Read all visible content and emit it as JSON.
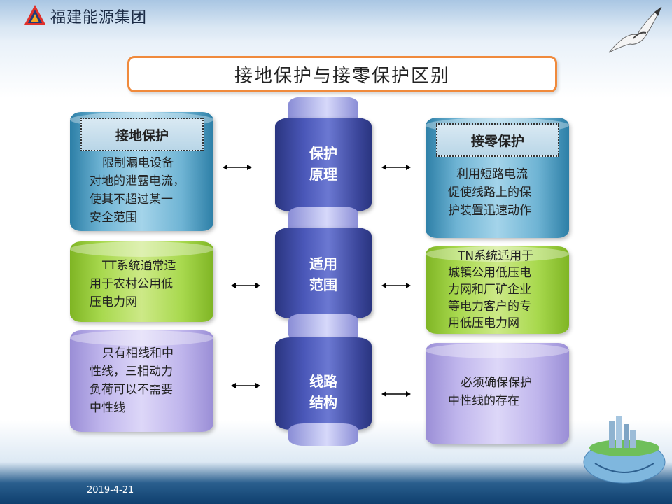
{
  "header": {
    "company": "福建能源集团"
  },
  "title": "接地保护与接零保护区别",
  "left": {
    "label": "接地保护",
    "box1": [
      "限制漏电设备",
      "对地的泄露电流，",
      "使其不超过某一",
      "安全范围"
    ],
    "box2": [
      "TT系统通常适",
      "用于农村公用低",
      "压电力网"
    ],
    "box3": [
      "只有相线和中",
      "性线，三相动力",
      "负荷可以不需要",
      "中性线"
    ]
  },
  "center": {
    "p1": [
      "保护",
      "原理"
    ],
    "p2": [
      "适用",
      "范围"
    ],
    "p3": [
      "线路",
      "结构"
    ]
  },
  "right": {
    "label": "接零保护",
    "box1": [
      "利用短路电流",
      "促使线路上的保",
      "护装置迅速动作"
    ],
    "box2": [
      "TN系统适用于",
      "城镇公用低压电",
      "力网和厂矿企业",
      "等电力客户的专",
      "用低压电力网"
    ],
    "box3": [
      "必须确保保护",
      "中性线的存在"
    ]
  },
  "footer": {
    "date": "2019-4-21"
  },
  "colors": {
    "title_border": "#f08a3c",
    "pillar": "#3c479c",
    "blue_box": "#6fb4d4",
    "green_box": "#a8d94e",
    "purple_box": "#bfb5ec"
  }
}
